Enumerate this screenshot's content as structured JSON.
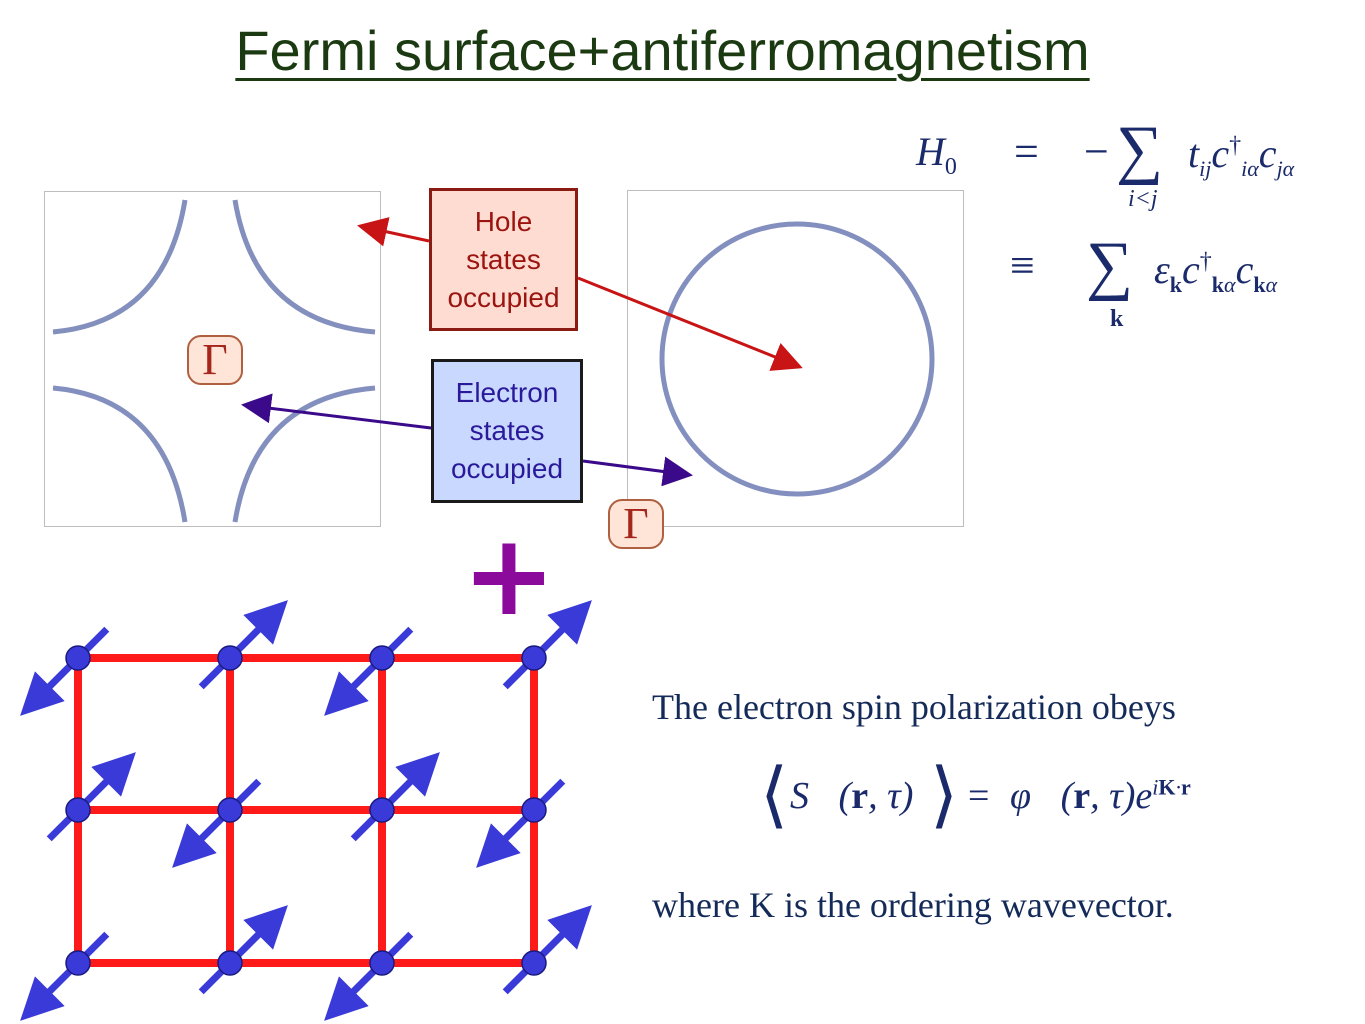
{
  "title": "Fermi surface+antiferromagnetism",
  "callouts": {
    "hole": [
      "Hole",
      "states",
      "occupied"
    ],
    "electron": [
      "Electron",
      "states",
      "occupied"
    ]
  },
  "gamma_symbol": "Γ",
  "plus_symbol": "+",
  "equations": {
    "H0_lhs": "H₀",
    "H0_rhs1": "= −∑_{i<j} t_ij c†_iα c_jα",
    "H0_rhs2": "≡ ∑_k ε_k c†_kα c_kα",
    "spin": "⟨S⃗(r, τ)⟩ = φ⃗(r, τ) e^{iK·r}"
  },
  "text": {
    "line1": "The electron spin polarization obeys",
    "line2": "where K is the ordering wavevector."
  },
  "colors": {
    "title": "#1c3a12",
    "lattice_bond": "#ff1a1a",
    "spin": "#3a3ad8",
    "hole_arrow": "#c81414",
    "electron_arrow": "#3a0a8a",
    "fermi_curve": "#2a3a8a"
  },
  "lattice": {
    "spins": [
      [
        "down",
        "up",
        "down",
        "up"
      ],
      [
        "up",
        "down",
        "up",
        "down"
      ],
      [
        "down",
        "up",
        "down",
        "up"
      ]
    ]
  }
}
